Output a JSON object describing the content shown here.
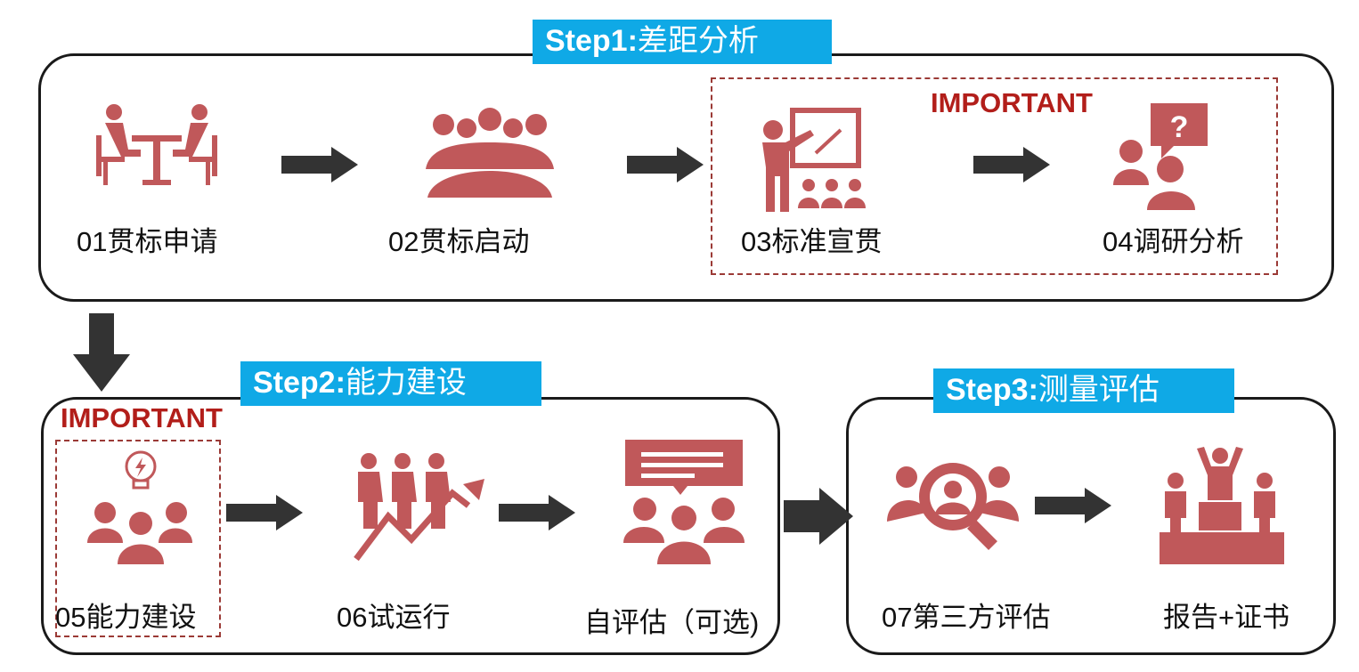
{
  "steps": [
    {
      "prefix": "Step1:",
      "title": "差距分析"
    },
    {
      "prefix": "Step2:",
      "title": "能力建设"
    },
    {
      "prefix": "Step3:",
      "title": "测量评估"
    }
  ],
  "important_label": "IMPORTANT",
  "nodes": [
    {
      "label": "01贯标申请",
      "icon": "meeting-table-icon"
    },
    {
      "label": "02贯标启动",
      "icon": "group-meeting-icon"
    },
    {
      "label": "03标准宣贯",
      "icon": "presentation-icon"
    },
    {
      "label": "04调研分析",
      "icon": "question-people-icon"
    },
    {
      "label": "05能力建设",
      "icon": "idea-team-icon"
    },
    {
      "label": "06试运行",
      "icon": "growth-team-icon"
    },
    {
      "label": "自评估（可选)",
      "icon": "feedback-team-icon"
    },
    {
      "label": "07第三方评估",
      "icon": "magnifier-team-icon"
    },
    {
      "label": "报告+证书",
      "icon": "podium-icon"
    }
  ],
  "colors": {
    "step_tag": "#0fa9e6",
    "icon": "#c0585a",
    "important": "#b21e1a",
    "arrow": "#333333"
  }
}
